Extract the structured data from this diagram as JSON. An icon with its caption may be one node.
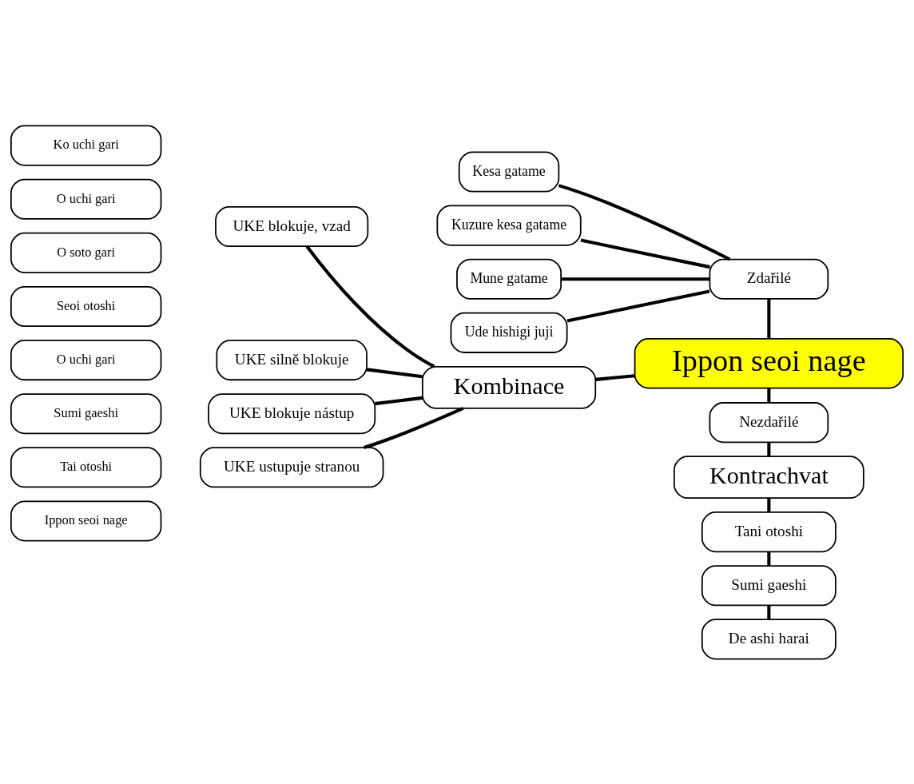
{
  "diagram": {
    "nodes": [
      {
        "text": [
          "Ko uchi gari"
        ]
      },
      {
        "text": [
          "O uchi gari"
        ]
      },
      {
        "text": [
          "O soto gari"
        ]
      },
      {
        "text": [
          "Seoi otoshi"
        ]
      },
      {
        "text": [
          "O uchi gari"
        ]
      },
      {
        "text": [
          "Sumi gaeshi"
        ]
      },
      {
        "text": [
          "Tai otoshi"
        ]
      },
      {
        "text": [
          "Ippon seoi nage"
        ]
      },
      {
        "text": [
          "UKE blokuje, vzad"
        ]
      },
      {
        "text": [
          "UKE silně blokuje"
        ]
      },
      {
        "text": [
          "UKE blokuje nástup"
        ]
      },
      {
        "text": [
          "UKE ustupuje stranou"
        ]
      },
      {
        "text": [
          "Kesa gatame"
        ]
      },
      {
        "text": [
          "Kuzure kesa gatame"
        ]
      },
      {
        "text": [
          "Mune gatame"
        ]
      },
      {
        "text": [
          "Ude hishigi juji"
        ]
      },
      {
        "text": [
          "Zdařilé"
        ]
      },
      {
        "text": [
          "Kombinace"
        ]
      },
      {
        "text": [
          "Ippon seoi nage"
        ]
      },
      {
        "text": [
          "Nezdařilé"
        ]
      },
      {
        "text": [
          "Kontrachvat"
        ]
      },
      {
        "text": [
          "Tani otoshi"
        ]
      },
      {
        "text": [
          "Sumi gaeshi"
        ]
      },
      {
        "text": [
          "De ashi harai"
        ]
      }
    ],
    "edges": [
      {
        "from": 8,
        "to": 17,
        "arrow": "none"
      },
      {
        "from": 9,
        "to": 17,
        "arrow": "none"
      },
      {
        "from": 10,
        "to": 17,
        "arrow": "none"
      },
      {
        "from": 11,
        "to": 17,
        "arrow": "none"
      },
      {
        "from": 17,
        "to": 18,
        "arrow": "none"
      },
      {
        "from": 12,
        "to": 16,
        "arrow": "none"
      },
      {
        "from": 13,
        "to": 16,
        "arrow": "none"
      },
      {
        "from": 14,
        "to": 16,
        "arrow": "none"
      },
      {
        "from": 15,
        "to": 16,
        "arrow": "none"
      },
      {
        "from": 16,
        "to": 18,
        "arrow": "none"
      },
      {
        "from": 18,
        "to": 19,
        "arrow": "none"
      },
      {
        "from": 19,
        "to": 20,
        "arrow": "none"
      },
      {
        "from": 20,
        "to": 21,
        "arrow": "none"
      },
      {
        "from": 21,
        "to": 22,
        "arrow": "none"
      },
      {
        "from": 22,
        "to": 23,
        "arrow": "none"
      }
    ]
  }
}
